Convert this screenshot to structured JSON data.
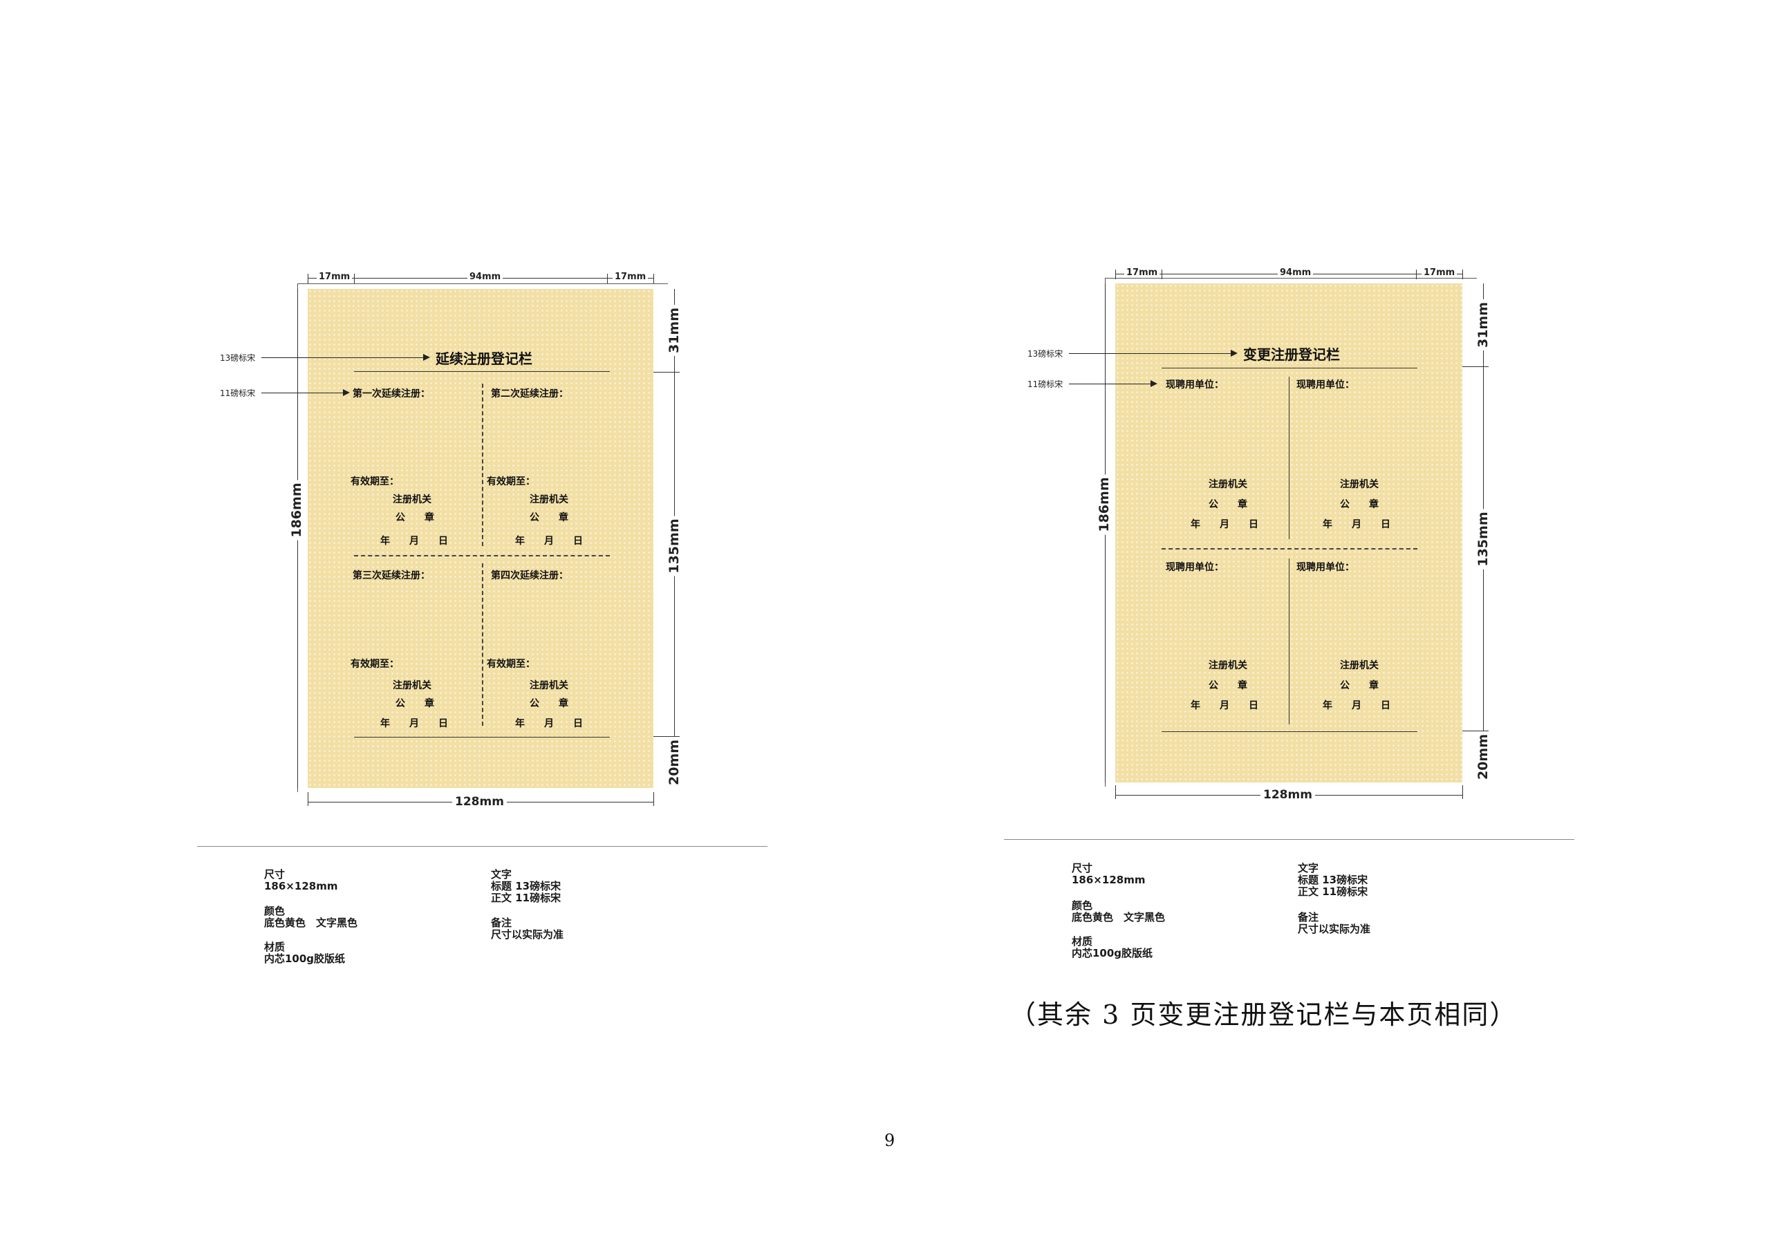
{
  "left": {
    "dims": {
      "top_left": "17mm",
      "top_mid": "94mm",
      "top_right": "17mm",
      "height": "186mm",
      "width": "128mm",
      "right_top": "31mm",
      "right_mid": "135mm",
      "right_bot": "20mm"
    },
    "annotations": {
      "title_font": "13磅标宋",
      "body_font": "11磅标宋"
    },
    "title": "延续注册登记栏",
    "cells": [
      {
        "heading": "第一次延续注册：",
        "valid": "有效期至：",
        "authority": "注册机关",
        "seal": "公　　章",
        "date": "年　　月　　日"
      },
      {
        "heading": "第二次延续注册：",
        "valid": "有效期至：",
        "authority": "注册机关",
        "seal": "公　　章",
        "date": "年　　月　　日"
      },
      {
        "heading": "第三次延续注册：",
        "valid": "有效期至：",
        "authority": "注册机关",
        "seal": "公　　章",
        "date": "年　　月　　日"
      },
      {
        "heading": "第四次延续注册：",
        "valid": "有效期至：",
        "authority": "注册机关",
        "seal": "公　　章",
        "date": "年　　月　　日"
      }
    ],
    "spec": {
      "size_label": "尺寸",
      "size_value": "186×128mm",
      "color_label": "颜色",
      "color_value": "底色黄色　文字黑色",
      "material_label": "材质",
      "material_value": "内芯100g胶版纸",
      "text_label": "文字",
      "title_font": "标题 13磅标宋",
      "body_font": "正文 11磅标宋",
      "remark_label": "备注",
      "remark_value": "尺寸以实际为准"
    }
  },
  "right": {
    "dims": {
      "top_left": "17mm",
      "top_mid": "94mm",
      "top_right": "17mm",
      "height": "186mm",
      "width": "128mm",
      "right_top": "31mm",
      "right_mid": "135mm",
      "right_bot": "20mm"
    },
    "annotations": {
      "title_font": "13磅标宋",
      "body_font": "11磅标宋"
    },
    "title": "变更注册登记栏",
    "cells": [
      {
        "heading": "现聘用单位：",
        "authority": "注册机关",
        "seal": "公　　章",
        "date": "年　　月　　日"
      },
      {
        "heading": "现聘用单位：",
        "authority": "注册机关",
        "seal": "公　　章",
        "date": "年　　月　　日"
      },
      {
        "heading": "现聘用单位：",
        "authority": "注册机关",
        "seal": "公　　章",
        "date": "年　　月　　日"
      },
      {
        "heading": "现聘用单位：",
        "authority": "注册机关",
        "seal": "公　　章",
        "date": "年　　月　　日"
      }
    ],
    "spec": {
      "size_label": "尺寸",
      "size_value": "186×128mm",
      "color_label": "颜色",
      "color_value": "底色黄色　文字黑色",
      "material_label": "材质",
      "material_value": "内芯100g胶版纸",
      "text_label": "文字",
      "title_font": "标题 13磅标宋",
      "body_font": "正文 11磅标宋",
      "remark_label": "备注",
      "remark_value": "尺寸以实际为准"
    }
  },
  "note": "（其余 3 页变更注册登记栏与本页相同）",
  "page_number": "9",
  "colors": {
    "card_background": "#f2dfa4",
    "text": "#111111"
  }
}
